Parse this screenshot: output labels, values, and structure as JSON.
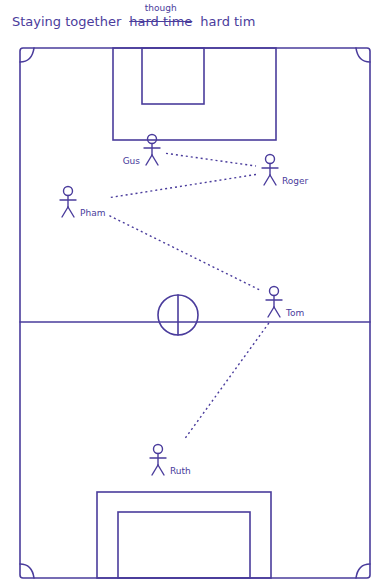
{
  "diagram": {
    "title": "Staying together",
    "nodes": [
      {
        "text": [
          "Gus"
        ]
      },
      {
        "text": [
          "Roger"
        ]
      },
      {
        "text": [
          "Pham"
        ]
      },
      {
        "text": [
          "Tom"
        ]
      },
      {
        "text": [
          "Ruth"
        ]
      }
    ],
    "edges": [
      {
        "from": 0,
        "to": 1,
        "arrow": "none"
      },
      {
        "from": 1,
        "to": 2,
        "arrow": "none"
      },
      {
        "from": 2,
        "to": 3,
        "arrow": "none"
      },
      {
        "from": 3,
        "to": 4,
        "arrow": "none"
      }
    ],
    "labels": [
      "hard time",
      "though",
      "hard tim"
    ]
  }
}
